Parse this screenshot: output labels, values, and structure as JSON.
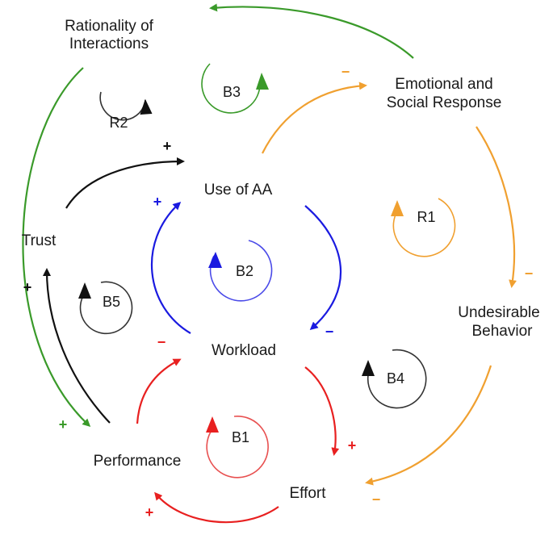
{
  "nodes": {
    "rationality": [
      "Rationality of",
      "Interactions"
    ],
    "emotional": [
      "Emotional and",
      "Social Response"
    ],
    "use_aa": "Use of AA",
    "trust": "Trust",
    "workload": "Workload",
    "undesirable": [
      "Undesirable",
      "Behavior"
    ],
    "performance": "Performance",
    "effort": "Effort"
  },
  "loops": {
    "r1": "R1",
    "r2": "R2",
    "b1": "B1",
    "b2": "B2",
    "b3": "B3",
    "b4": "B4",
    "b5": "B5"
  },
  "polarities": {
    "emotional_from_effort_side": "−",
    "undesirable_from_emotional": "−",
    "effort_from_undesirable": "−",
    "use_from_trust": "+",
    "use_from_workload": "+",
    "workload_from_use": "−",
    "workload_from_performance": "−",
    "effort_from_workload": "+",
    "performance_from_effort": "+",
    "trust_from_performance": "+",
    "performance_from_rationality": "+"
  },
  "colors": {
    "green": "#3a9a2a",
    "orange": "#f0a030",
    "blue": "#1a1ae0",
    "red": "#e82020",
    "black": "#111111"
  }
}
